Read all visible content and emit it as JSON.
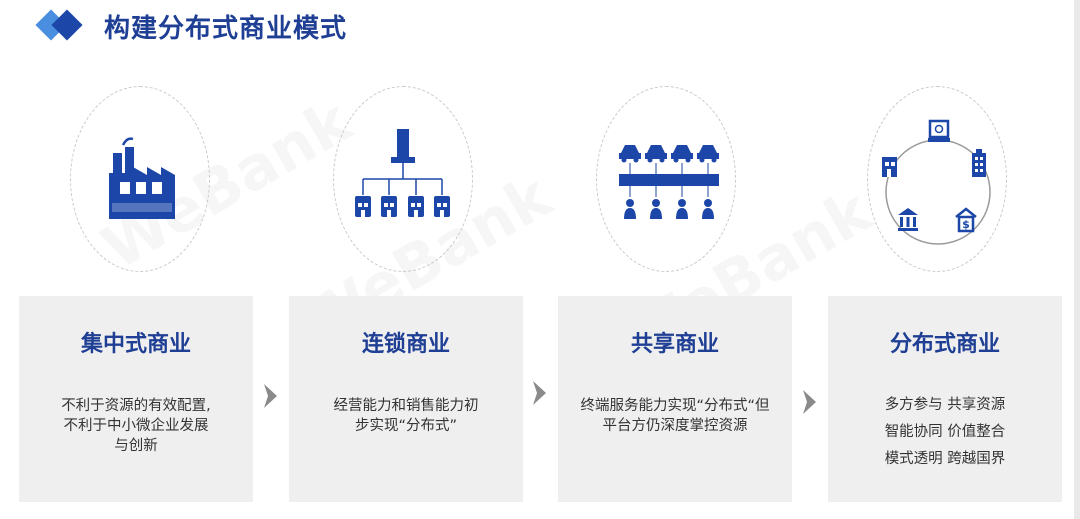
{
  "header": {
    "title": "构建分布式商业模式"
  },
  "stages": [
    {
      "title": "集中式商业",
      "lines": [
        "不利于资源的有效配置,",
        "不利于中小微企业发展",
        "与创新"
      ]
    },
    {
      "title": "连锁商业",
      "lines": [
        "经营能力和销售能力初",
        "步实现“分布式”"
      ]
    },
    {
      "title": "共享商业",
      "lines": [
        "终端服务能力实现“分布式“但",
        "平台方仍深度掌控资源"
      ]
    },
    {
      "title": "分布式商业",
      "lines": [
        "多方参与  共享资源",
        "智能协同  价值整合",
        "模式透明  跨越国界"
      ]
    }
  ],
  "colors": {
    "primary": "#1f3f95",
    "icon": "#1c47a8",
    "card_bg": "#efefef",
    "arrow": "#8a8a8a"
  },
  "icons": [
    "factory-icon",
    "chain-store-tree-icon",
    "shared-platform-icon",
    "distributed-network-icon"
  ]
}
